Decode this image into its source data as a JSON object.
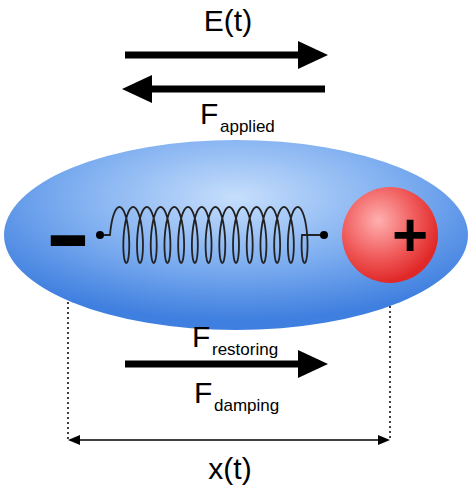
{
  "diagram": {
    "nodes": [
      {
        "text": [
          "-"
        ]
      },
      {
        "text": [
          "+"
        ],
        "in": 0
      }
    ],
    "labels": [
      "E(t)",
      "F",
      "applied",
      "F",
      "restoring",
      "F",
      "damping",
      "x(t)"
    ]
  }
}
